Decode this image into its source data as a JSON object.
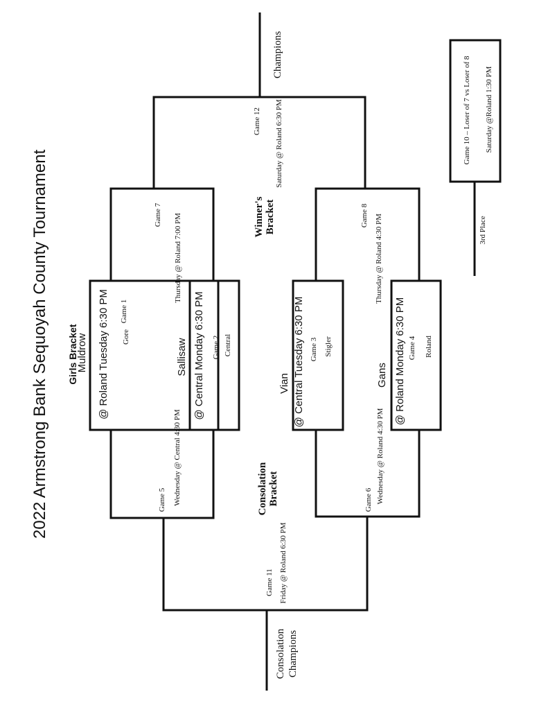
{
  "header": {
    "title": "2022 Armstrong Bank Sequoyah County Tournament",
    "subtitle": "Girls Bracket"
  },
  "labels": {
    "champions": "Champions",
    "consolation_champions": [
      "Consolation",
      "Champions"
    ],
    "third_place": "3rd Place",
    "winners_bracket": [
      "Winner's",
      "Bracket"
    ],
    "consolation_bracket": [
      "Consolation",
      "Bracket"
    ]
  },
  "first_round": [
    {
      "game": "Game 1",
      "site": "@ Roland Tuesday 6:30 PM",
      "top_team": "Muldrow",
      "bottom_team": "Gore"
    },
    {
      "game": "Game 2",
      "site": "@ Central Monday 6:30 PM",
      "top_team": "Sallisaw",
      "bottom_team": "Central"
    },
    {
      "game": "Game 3",
      "site": "@ Central Tuesday 6:30 PM",
      "top_team": "Vian",
      "bottom_team": "Stigler"
    },
    {
      "game": "Game 4",
      "site": "@ Roland Monday 6:30 PM",
      "top_team": "Gans",
      "bottom_team": "Roland"
    }
  ],
  "later_games": {
    "game5": {
      "game": "Game 5",
      "info": "Wednesday @ Central 4:30 PM"
    },
    "game6": {
      "game": "Game 6",
      "info": "Wednesday @ Roland 4:30 PM"
    },
    "game7": {
      "game": "Game 7",
      "info": "Thursday @ Roland 7:00 PM"
    },
    "game8": {
      "game": "Game 8",
      "info": "Thursday @ Roland 4:30 PM"
    },
    "game11": {
      "game": "Game 11",
      "info": "Friday @ Roland 6:30 PM"
    },
    "game12": {
      "game": "Game 12",
      "info": "Saturday @ Roland 6:30 PM"
    },
    "game10": {
      "game": "Game 10 – Loser of 7 vs Loser of 8",
      "info": "Saturday @Roland 1:30 PM"
    }
  }
}
